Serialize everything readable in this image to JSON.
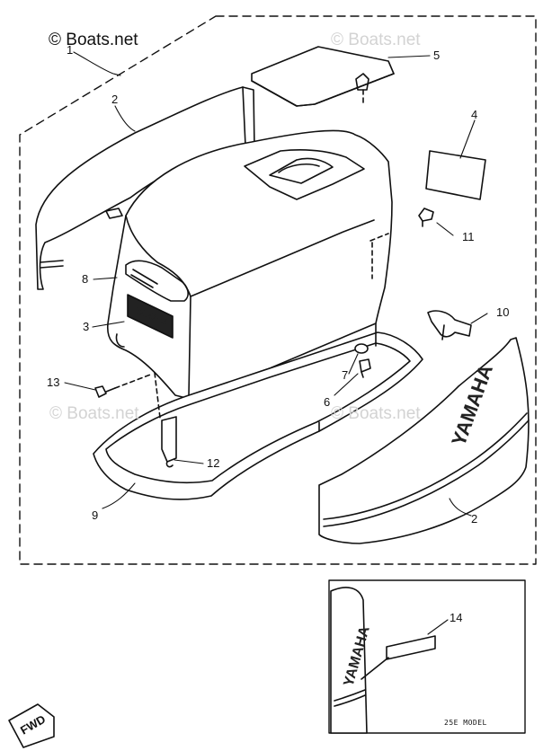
{
  "watermark": {
    "main": "© Boats.net",
    "faint1": "© Boats.net",
    "faint2": "© Boats.net",
    "faint3": "© Boats.net"
  },
  "callouts": {
    "c1": "1",
    "c2a": "2",
    "c2b": "2",
    "c3": "3",
    "c4": "4",
    "c5": "5",
    "c6": "6",
    "c7": "7",
    "c8": "8",
    "c9": "9",
    "c10": "10",
    "c11": "11",
    "c12": "12",
    "c13": "13",
    "c14": "14"
  },
  "brand": {
    "cover": "YAMAHA",
    "inset": "YAMAHA",
    "badge": "YAMAHA"
  },
  "inset": {
    "model_label": "25E MODEL"
  },
  "fwd_label": "FWD"
}
